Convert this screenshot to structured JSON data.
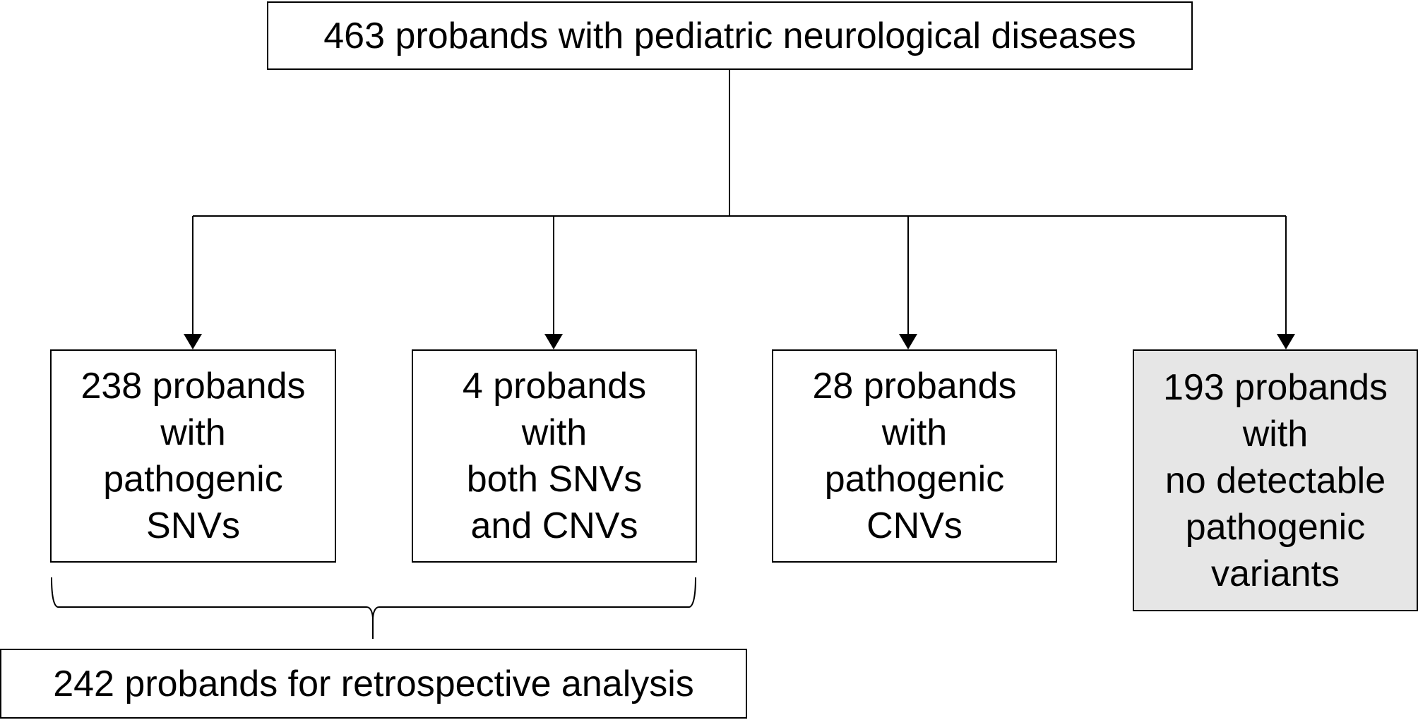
{
  "flowchart": {
    "root": {
      "label": "463 probands with pediatric neurological diseases"
    },
    "branches": [
      {
        "id": "snv",
        "label": "238 probands\nwith\npathogenic\nSNVs"
      },
      {
        "id": "both",
        "label": "4 probands\nwith\nboth SNVs\nand CNVs"
      },
      {
        "id": "cnv",
        "label": "28 probands\nwith\npathogenic\nCNVs"
      },
      {
        "id": "none",
        "label": "193 probands\nwith\nno detectable\npathogenic\nvariants"
      }
    ],
    "summary": {
      "label": "242 probands for retrospective analysis"
    }
  },
  "colors": {
    "line": "#000000",
    "box_fill": "#ffffff",
    "highlight_fill": "#e6e6e6"
  }
}
